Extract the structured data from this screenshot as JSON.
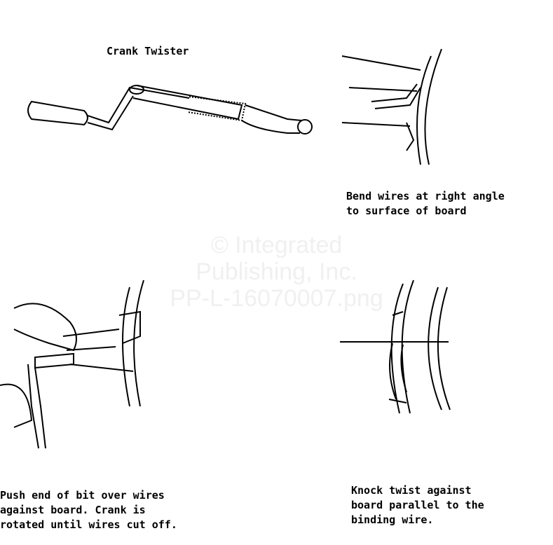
{
  "figure1": {
    "title": "Crank Twister"
  },
  "figure2": {
    "caption": "Bend wires at right angle\nto surface of board"
  },
  "figure3": {
    "caption": "Push end of bit over wires\nagainst board.  Crank is\nrotated until wires cut off."
  },
  "figure4": {
    "caption": "Knock twist against\nboard parallel to the\nbinding wire."
  },
  "watermark": {
    "line1": "© Integrated",
    "line2": "Publishing, Inc.",
    "line3": "PP-L-16070007.png"
  }
}
